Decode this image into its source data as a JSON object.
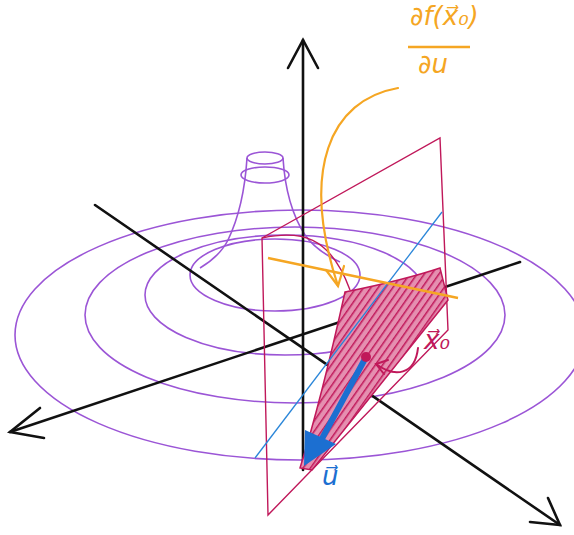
{
  "diagram": {
    "labels": [
      "∂f(x⃗₀)",
      "∂u",
      "x⃗₀",
      "u⃗"
    ]
  }
}
